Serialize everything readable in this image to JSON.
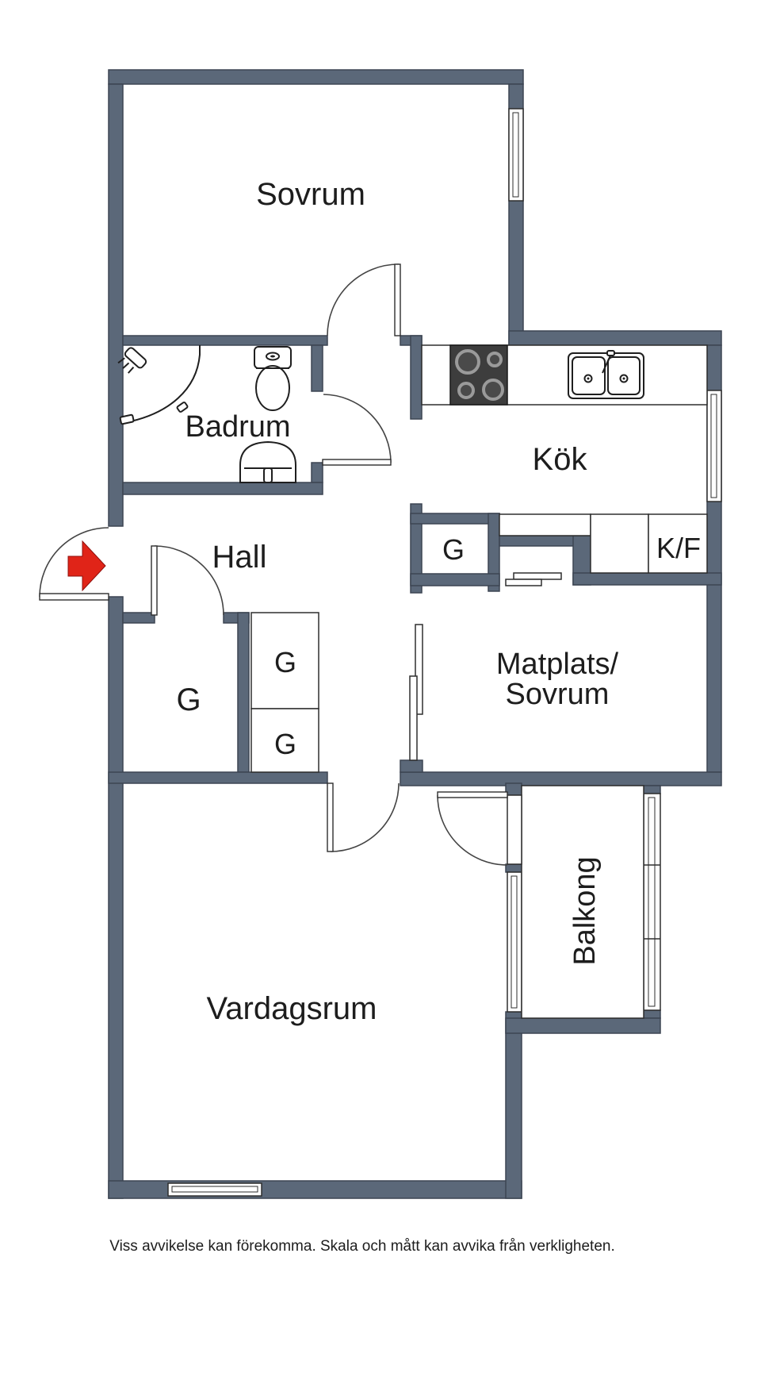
{
  "colors": {
    "wall": "#5b6879",
    "wall_outline": "#3d4553",
    "line": "#2e2e2e",
    "arrow": "#e02418",
    "text": "#1d1d1d"
  },
  "labels": {
    "sovrum": "Sovrum",
    "badrum": "Badrum",
    "kok": "Kök",
    "hall": "Hall",
    "matplats_line1": "Matplats/",
    "matplats_line2": "Sovrum",
    "vardagsrum": "Vardagsrum",
    "balkong": "Balkong",
    "closet": "G",
    "fridge_freezer": "K/F"
  },
  "disclaimer": "Viss avvikelse kan förekomma. Skala och mått kan avvika från verkligheten."
}
